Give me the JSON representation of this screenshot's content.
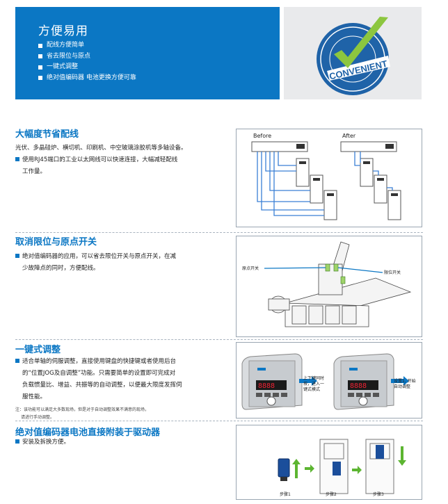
{
  "banner": {
    "title": "方便易用",
    "items": [
      "配线方便简单",
      "省去限位与原点",
      "一键式调整",
      "绝对值编码器 电池更换方便可靠"
    ],
    "badge_text": "CONVENIENT"
  },
  "sections": [
    {
      "title": "大幅度节省配线",
      "lines": [
        "光伏、多晶硅炉、横切机、印刷机、中空玻璃涂胶机等多轴设备。",
        "使用RJ45端口的工业以太网线可以快速连接，大幅减轻配线",
        "工作量。"
      ],
      "diagram": {
        "before": "Before",
        "after": "After"
      }
    },
    {
      "title": "取消限位与原点开关",
      "lines": [
        "绝对值编码器的应用，可以省去限位开关与原点开关，在减",
        "少故障点的同时，方便配线。"
      ],
      "diagram": {
        "origin_switch": "原点开关",
        "limit_switch": "限位开关"
      }
    },
    {
      "title": "一键式调整",
      "lines": [
        "适合单轴的伺服调整，直接使用键盘的快捷键或者使用后台",
        "的“位置JOG及自调整”功能。只需要简单的设置即可完成对",
        "负载惯量比、增益、共振等的自动调整，以便最大限度发挥伺",
        "服性能。"
      ],
      "note": [
        "注：该功能可以满足大多数现场，但是对于自动调整效果不满意的现场，",
        "请进行手动调整。"
      ],
      "diagram": {
        "step_a": [
          "上下键同时",
          "按，进入一",
          "键式模式"
        ],
        "step_b": [
          "设置1, 开始",
          "自动调整"
        ]
      }
    },
    {
      "title": "绝对值编码器电池直接附装于驱动器",
      "lines": [
        "安装及拆换方便。"
      ],
      "diagram": {
        "steps": [
          "步骤1",
          "步骤2",
          "步骤3"
        ]
      }
    }
  ],
  "colors": {
    "brand_blue": "#0b77c4",
    "badge_blue": "#1f63a8",
    "check_green": "#8cc63f",
    "arrow_green": "#5cb531",
    "battery_blue": "#1b4e9b"
  }
}
